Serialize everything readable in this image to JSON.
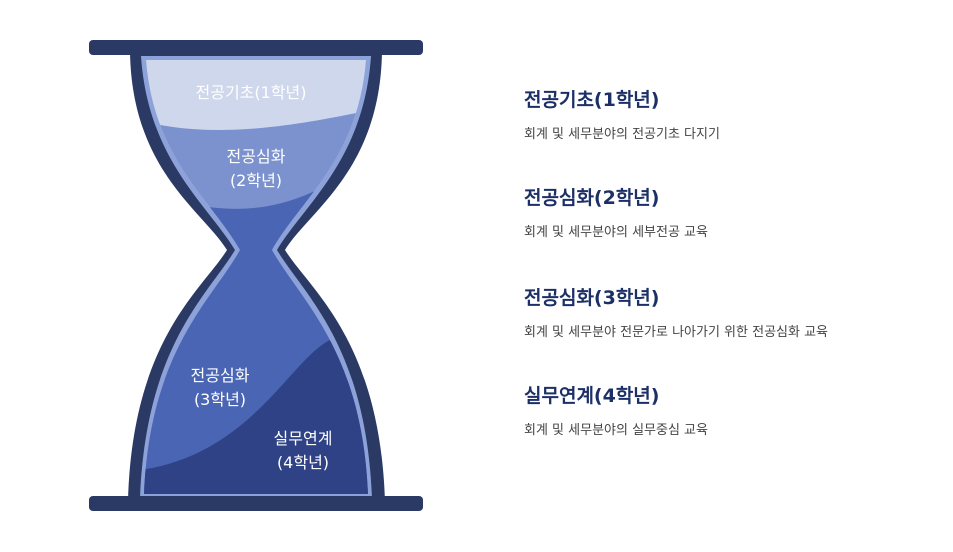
{
  "hourglass": {
    "labels": {
      "top": "전공기초(1학년)",
      "second_line1": "전공심화",
      "second_line2": "(2학년)",
      "third_line1": "전공심화",
      "third_line2": "(3학년)",
      "fourth_line1": "실무연계",
      "fourth_line2": "(4학년)"
    },
    "colors": {
      "frame": "#2b3a64",
      "layer1": "#cfd7ec",
      "layer2": "#7b92cf",
      "layer3": "#4a65b3",
      "layer4": "#2e4285",
      "rim": "#8ea2da"
    }
  },
  "stages": [
    {
      "title": "전공기초(1학년)",
      "desc": "회계 및 세무분야의 전공기초 다지기"
    },
    {
      "title": "전공심화(2학년)",
      "desc": "회계 및 세무분야의 세부전공 교육"
    },
    {
      "title": "전공심화(3학년)",
      "desc": "회계 및 세무분야 전문가로 나아가기 위한 전공심화 교육"
    },
    {
      "title": "실무연계(4학년)",
      "desc": "회계 및 세무분야의 실무중심 교육"
    }
  ]
}
